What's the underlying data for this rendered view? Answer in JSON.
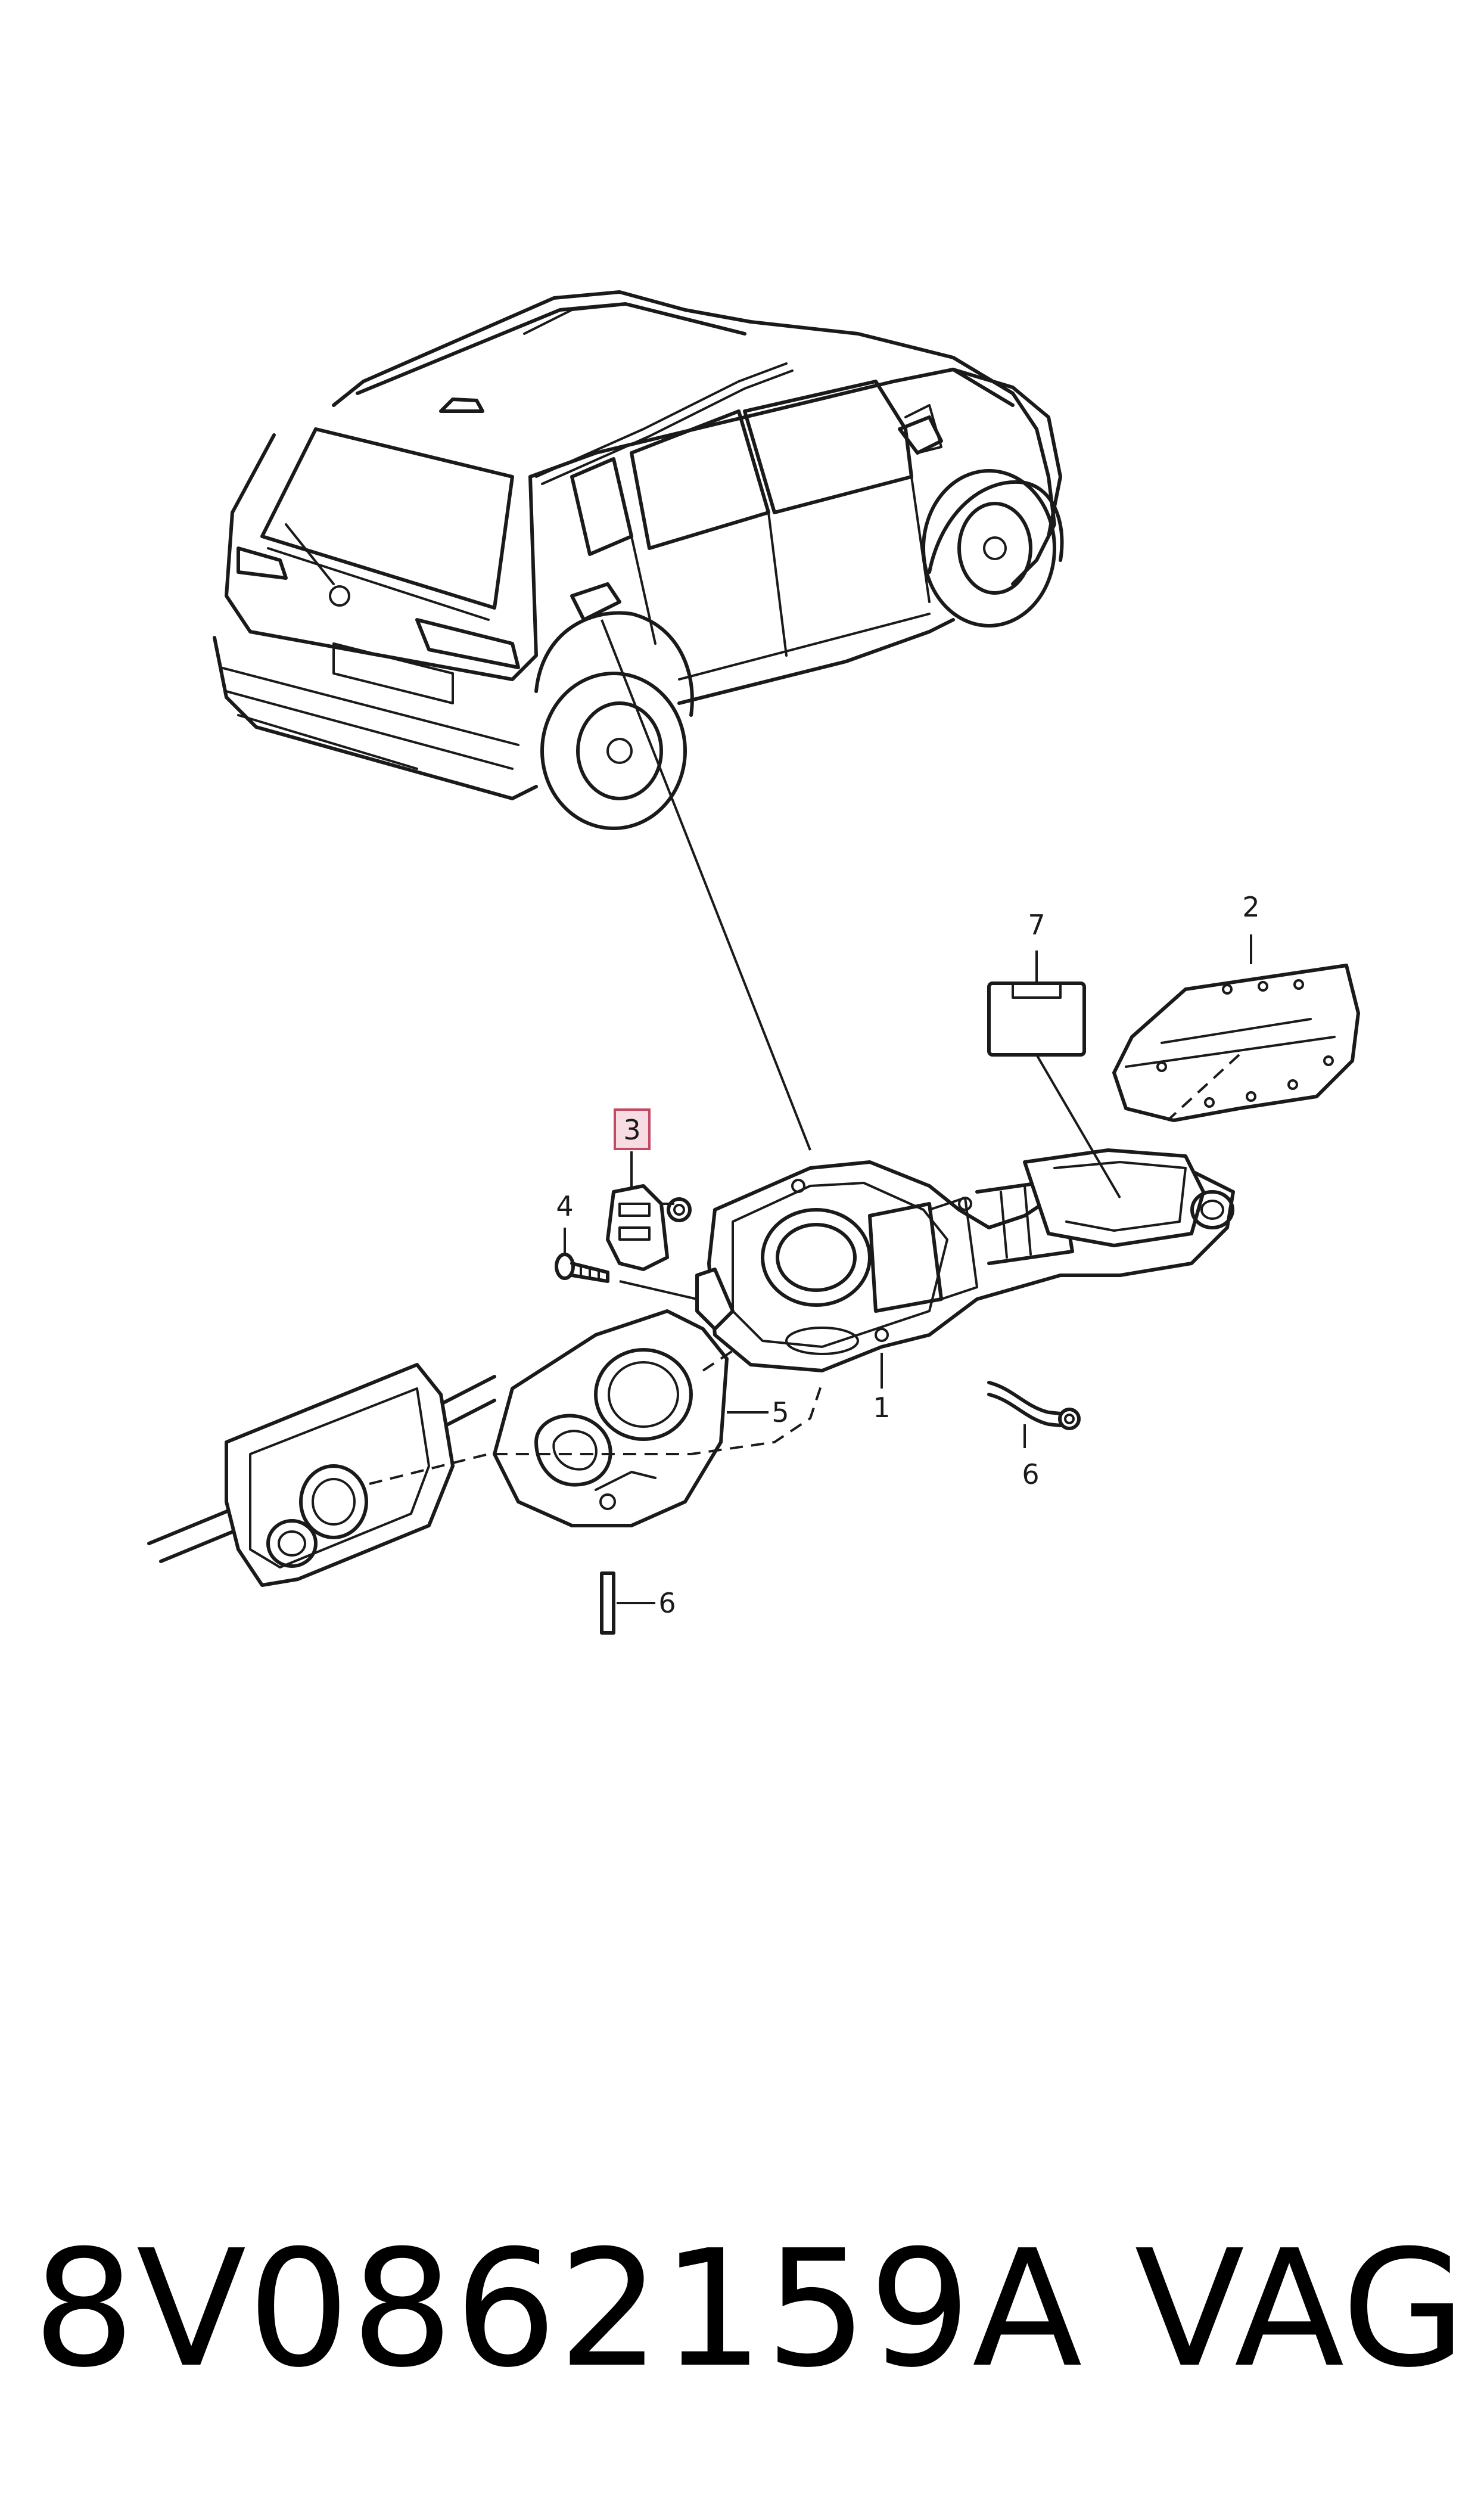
{
  "diagram": {
    "callouts": {
      "c1": "1",
      "c2": "2",
      "c3": "3",
      "c4": "4",
      "c5": "5",
      "c6a": "6",
      "c6b": "6",
      "c7": "7"
    },
    "highlighted_callout": "3",
    "highlight_color": "#f7dde3",
    "highlight_border_color": "#c24a63"
  },
  "footer": {
    "part_number": "8V0862159A",
    "brand": "VAG"
  }
}
